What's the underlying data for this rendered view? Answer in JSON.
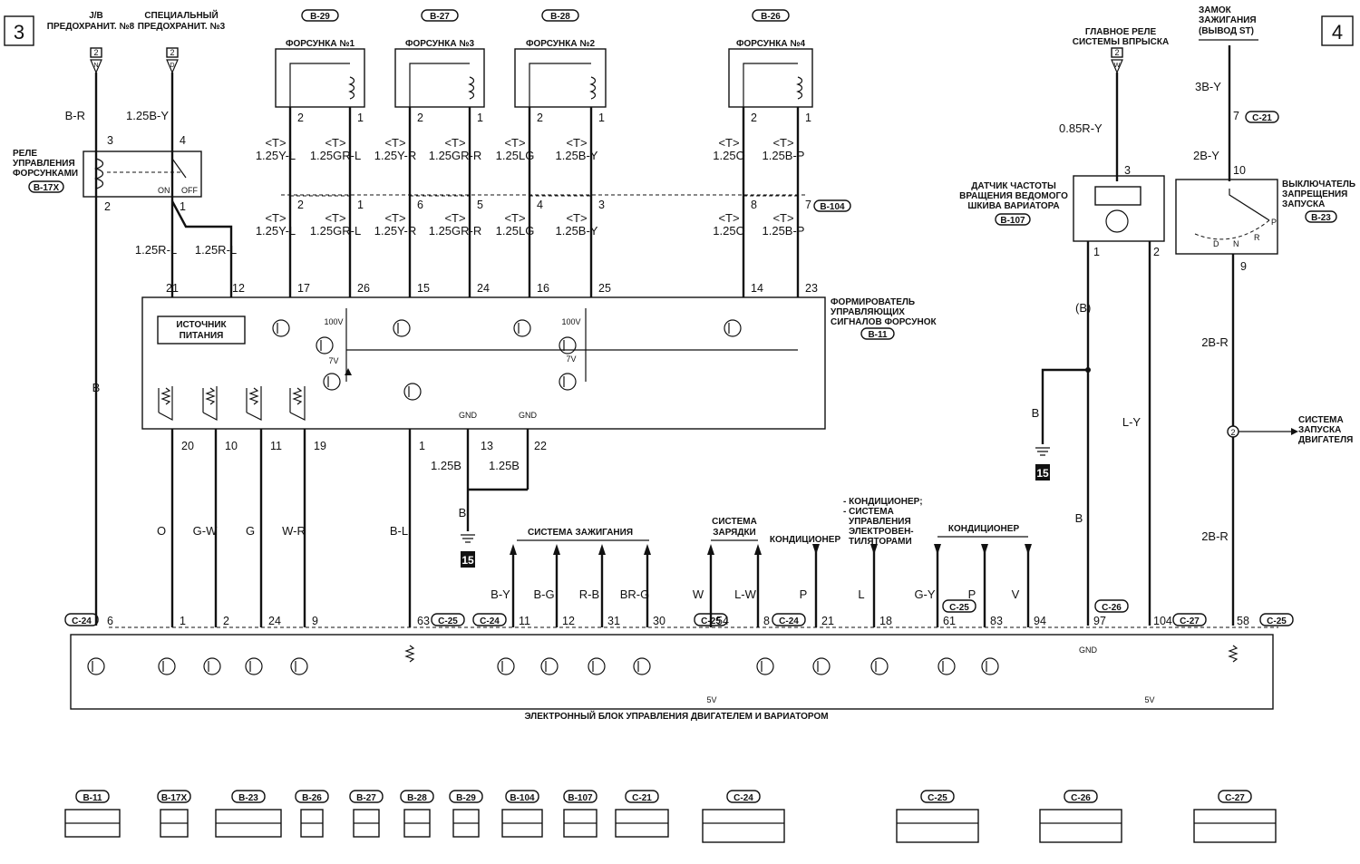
{
  "page_marks": {
    "left": "3",
    "right": "4"
  },
  "sources": {
    "jb_fuse": {
      "lines": [
        "J/B",
        "ПРЕДОХРАНИТ. №8"
      ],
      "conn": "2",
      "pin": "N",
      "wire": "B-R"
    },
    "spec_fuse": {
      "lines": [
        "СПЕЦИАЛЬНЫЙ",
        "ПРЕДОХРАНИТ. №3"
      ],
      "conn": "2",
      "pin": "D",
      "wire": "1.25B-Y"
    },
    "main_relay": {
      "lines": [
        "ГЛАВНОЕ РЕЛЕ",
        "СИСТЕМЫ ВПРЫСКА"
      ],
      "conn": "2",
      "pin": "W",
      "wire": "0.85R-Y"
    },
    "ignition": {
      "lines": [
        "ЗАМОК",
        "ЗАЖИГАНИЯ",
        "(ВЫВОД ST)"
      ],
      "wire": "3B-Y"
    }
  },
  "relay": {
    "lines": [
      "РЕЛЕ",
      "УПРАВЛЕНИЯ",
      "ФОРСУНКАМИ"
    ],
    "conn": "B-17X",
    "pin_top_left": "3",
    "pin_top_right": "4",
    "pin_bot_left": "2",
    "pin_bot_right": "1",
    "on": "ON",
    "off": "OFF",
    "wire_out": "1.25R-L"
  },
  "injectors": [
    {
      "conn": "B-29",
      "label": "ФОРСУНКА №1",
      "p1": "2",
      "p2": "1",
      "w1": "1.25Y-L",
      "w2": "1.25GR-L",
      "j1": "2",
      "j2": "1",
      "d1": "17",
      "d2": "26"
    },
    {
      "conn": "B-27",
      "label": "ФОРСУНКА №3",
      "p1": "2",
      "p2": "1",
      "w1": "1.25Y-R",
      "w2": "1.25GR-R",
      "j1": "6",
      "j2": "5",
      "d1": "15",
      "d2": "24"
    },
    {
      "conn": "B-28",
      "label": "ФОРСУНКА №2",
      "p1": "2",
      "p2": "1",
      "w1": "1.25LG",
      "w2": "1.25B-Y",
      "j1": "4",
      "j2": "3",
      "d1": "16",
      "d2": "25"
    },
    {
      "conn": "B-26",
      "label": "ФОРСУНКА №4",
      "p1": "2",
      "p2": "1",
      "w1": "1.25O",
      "w2": "1.25B-P",
      "j1": "8",
      "j2": "7",
      "d1": "14",
      "d2": "23"
    }
  ],
  "wire_tag": "<T>",
  "joint_conn": "B-104",
  "driver": {
    "lines": [
      "ФОРМИРОВАТЕЛЬ",
      "УПРАВЛЯЮЩИХ",
      "СИГНАЛОВ ФОРСУНОК"
    ],
    "conn": "B-11",
    "psu": [
      "ИСТОЧНИК",
      "ПИТАНИЯ"
    ],
    "in_pins": [
      "21",
      "12"
    ],
    "v100": "100V",
    "v7": "7V",
    "gnd": "GND"
  },
  "driver_bottom": [
    {
      "pin": "20",
      "wire": "O",
      "ecu": "1"
    },
    {
      "pin": "10",
      "wire": "G-W",
      "ecu": "2"
    },
    {
      "pin": "11",
      "wire": "G",
      "ecu": "24"
    },
    {
      "pin": "19",
      "wire": "W-R",
      "ecu": "9"
    },
    {
      "pin": "1",
      "wire": "B-L",
      "ecu": "63"
    }
  ],
  "gnd_pins": [
    "13",
    "22"
  ],
  "gnd_wire": "1.25B",
  "gnd_b": "B",
  "ground_num": "15",
  "b_wire": "B",
  "ignition_sys": {
    "label": "СИСТЕМА ЗАЖИГАНИЯ",
    "wires": [
      "B-Y",
      "B-G",
      "R-B",
      "BR-G"
    ],
    "pins": [
      "11",
      "12",
      "31",
      "30"
    ]
  },
  "charging": {
    "lines": [
      "СИСТЕМА",
      "ЗАРЯДКИ"
    ],
    "wires": [
      "W",
      "L-W"
    ],
    "pins": [
      "54",
      "8"
    ]
  },
  "ac1": {
    "label": "КОНДИЦИОНЕР",
    "wire": "P",
    "pin": "21"
  },
  "ac_fan": {
    "lines": [
      "- КОНДИЦИОНЕР;",
      "- СИСТЕМА",
      "УПРАВЛЕНИЯ",
      "ЭЛЕКТРОВЕН-",
      "ТИЛЯТОРАМИ"
    ],
    "wire": "L",
    "pin": "18"
  },
  "ac2": {
    "label": "КОНДИЦИОНЕР",
    "wires": [
      "G-Y",
      "P",
      "V"
    ],
    "pins": [
      "61",
      "83",
      "94"
    ]
  },
  "sensor": {
    "lines": [
      "ДАТЧИК ЧАСТОТЫ",
      "ВРАЩЕНИЯ ВЕДОМОГО",
      "ШКИВА ВАРИАТОРА"
    ],
    "conn": "B-107",
    "pins": [
      "3",
      "1",
      "2"
    ],
    "shield": "(B)",
    "w1": "B",
    "w2": "L-Y",
    "ecu1": "97",
    "ecu2": "104"
  },
  "inhibitor": {
    "lines": [
      "ВЫКЛЮЧАТЕЛЬ",
      "ЗАПРЕЩЕНИЯ",
      "ЗАПУСКА"
    ],
    "conn": "B-23",
    "pin_in": "10",
    "pin_out": "9",
    "positions": [
      "P",
      "R",
      "N",
      "D"
    ],
    "w_in": "2B-Y",
    "w_out": "2B-R",
    "ecu": "58",
    "ign_pin": "7",
    "ign_conn": "C-21"
  },
  "starter": {
    "lines": [
      "СИСТЕМА",
      "ЗАПУСКА",
      "ДВИГАТЕЛЯ"
    ],
    "conn": "2"
  },
  "ecu_conns": [
    "C-24",
    "C-25",
    "C-24",
    "C-25",
    "C-24",
    "C-25",
    "C-26",
    "C-27",
    "C-25"
  ],
  "ecu": {
    "label": "ЭЛЕКТРОННЫЙ БЛОК УПРАВЛЕНИЯ ДВИГАТЕЛЕМ И ВАРИАТОРОМ",
    "v5": "5V",
    "gnd": "GND"
  },
  "connectors_legend": [
    "B-11",
    "B-17X",
    "B-23",
    "B-26",
    "B-27",
    "B-28",
    "B-29",
    "B-104",
    "B-107",
    "C-21",
    "C-24",
    "C-25",
    "C-26",
    "C-27"
  ]
}
